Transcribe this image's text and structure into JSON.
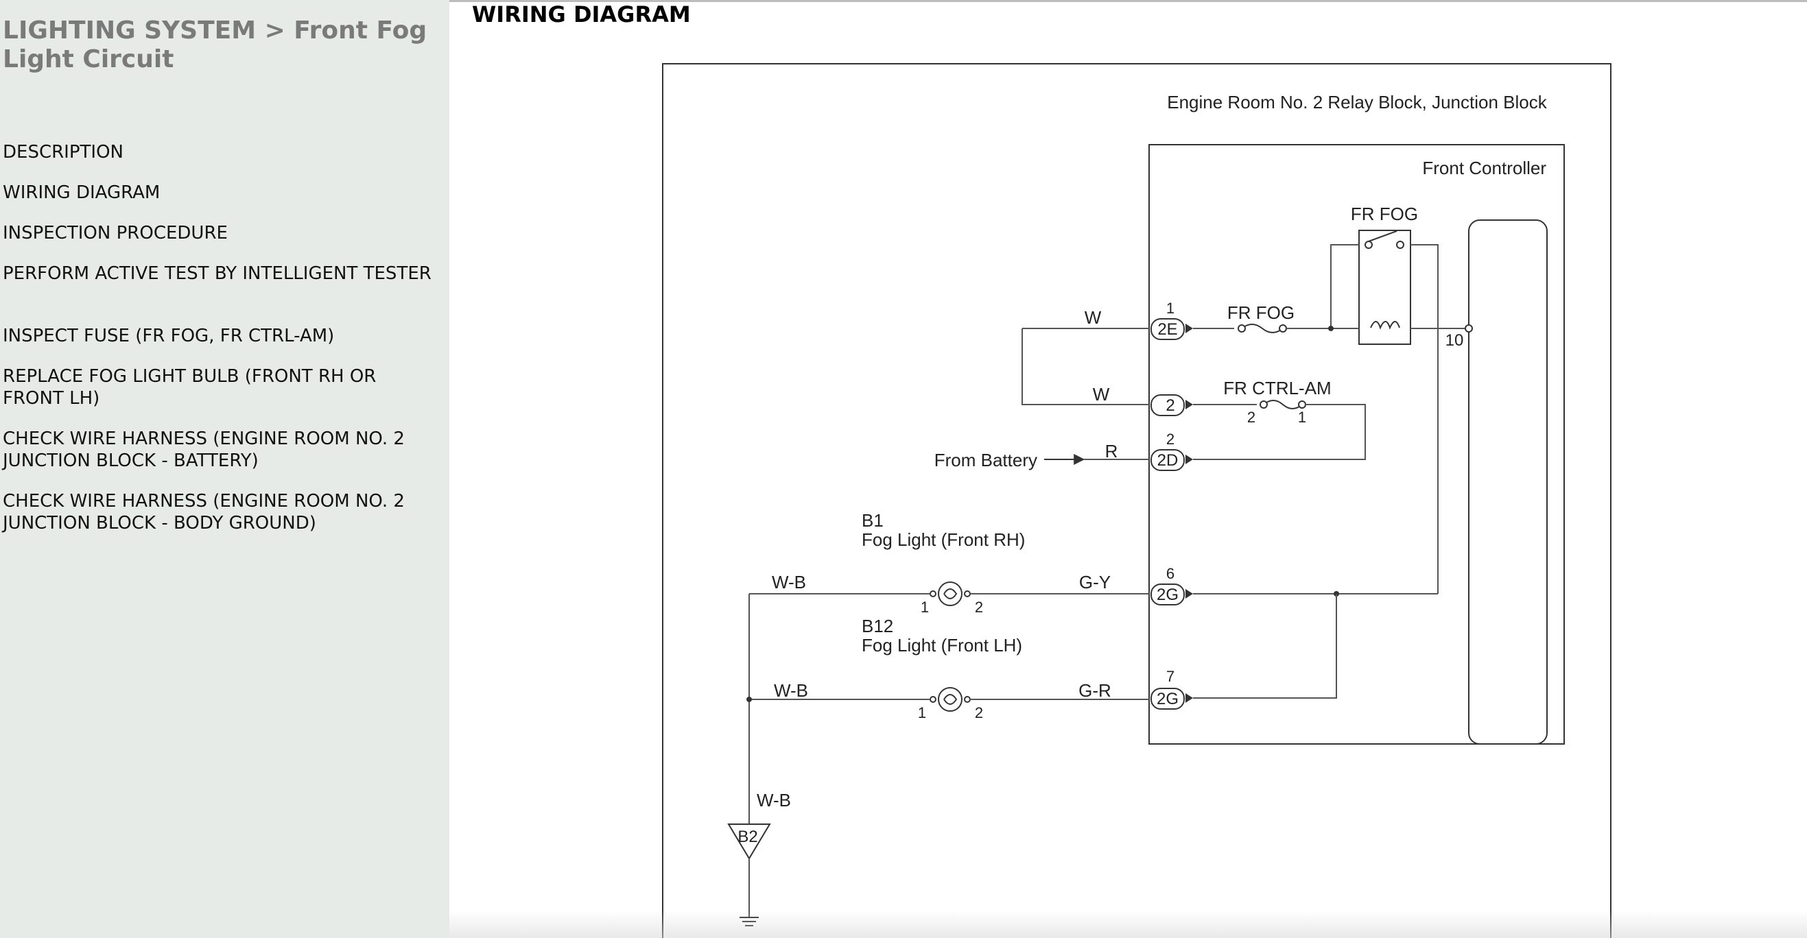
{
  "sidebar": {
    "title": "LIGHTING SYSTEM > Front Fog Light Circuit",
    "items": [
      {
        "label": "DESCRIPTION"
      },
      {
        "label": "WIRING DIAGRAM"
      },
      {
        "label": "INSPECTION PROCEDURE"
      },
      {
        "label": "PERFORM ACTIVE TEST BY INTELLIGENT TESTER"
      },
      {
        "label": "INSPECT FUSE (FR FOG, FR CTRL-AM)"
      },
      {
        "label": "REPLACE FOG LIGHT BULB (FRONT RH OR FRONT LH)"
      },
      {
        "label": "CHECK WIRE HARNESS (ENGINE ROOM NO. 2 JUNCTION BLOCK - BATTERY)"
      },
      {
        "label": "CHECK WIRE HARNESS (ENGINE ROOM NO. 2 JUNCTION BLOCK - BODY GROUND)"
      }
    ]
  },
  "main": {
    "heading": "WIRING DIAGRAM"
  },
  "diagram": {
    "block_title": "Engine Room No. 2 Relay Block, Junction Block",
    "controller_label": "Front Controller",
    "relay_label": "FR FOG",
    "fuse_fr_fog": "FR FOG",
    "fuse_fr_ctrl": "FR CTRL-AM",
    "from_battery": "From Battery",
    "wire_colors": {
      "w1": "W",
      "w2": "W",
      "r": "R",
      "wb1": "W-B",
      "wb2": "W-B",
      "wb3": "W-B",
      "gy": "G-Y",
      "gr": "G-R"
    },
    "connectors": {
      "c2e": "2E",
      "c2": "2",
      "c2d": "2D",
      "c2g_a": "2G",
      "c2g_b": "2G"
    },
    "pins": {
      "p2e": "1",
      "p2d": "2",
      "p2g_a": "6",
      "p2g_b": "7",
      "p10": "10",
      "ctrl_2": "2",
      "ctrl_1": "1"
    },
    "fog_rh": {
      "code": "B1",
      "name": "Fog Light (Front RH)",
      "pin1": "1",
      "pin2": "2"
    },
    "fog_lh": {
      "code": "B12",
      "name": "Fog Light (Front LH)",
      "pin1": "1",
      "pin2": "2"
    },
    "ground": "B2"
  },
  "colors": {
    "sidebar_bg": "#e6ebe7",
    "sidebar_title": "#7a7a7a",
    "wire": "#555555"
  }
}
